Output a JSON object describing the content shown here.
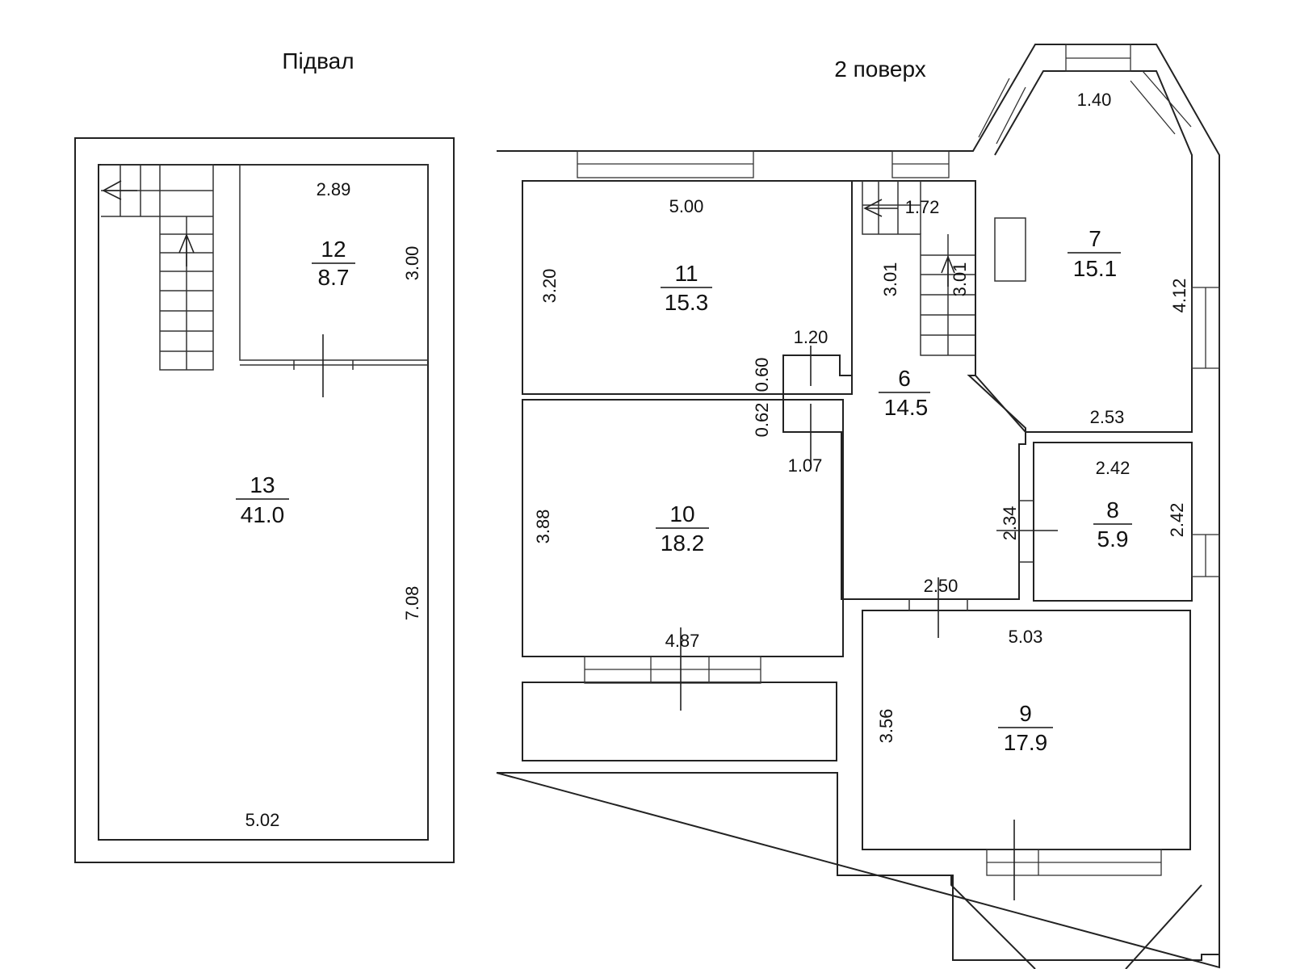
{
  "titles": {
    "basement": "Підвал",
    "floor2": "2 поверх"
  },
  "rooms": {
    "r13": {
      "number": "13",
      "area": "41.0"
    },
    "r12": {
      "number": "12",
      "area": "8.7"
    },
    "r11": {
      "number": "11",
      "area": "15.3"
    },
    "r10": {
      "number": "10",
      "area": "18.2"
    },
    "r7": {
      "number": "7",
      "area": "15.1"
    },
    "r6": {
      "number": "6",
      "area": "14.5"
    },
    "r8": {
      "number": "8",
      "area": "5.9"
    },
    "r9": {
      "number": "9",
      "area": "17.9"
    }
  },
  "dims": {
    "d289": "2.89",
    "d300": "3.00",
    "d708": "7.08",
    "d502": "5.02",
    "d500": "5.00",
    "d320": "3.20",
    "d120": "1.20",
    "d060": "0.60",
    "d062": "0.62",
    "d107": "1.07",
    "d388": "3.88",
    "d487": "4.87",
    "d172": "1.72",
    "d301a": "3.01",
    "d301b": "3.01",
    "d140": "1.40",
    "d412": "4.12",
    "d253": "2.53",
    "d242a": "2.42",
    "d242b": "2.42",
    "d234": "2.34",
    "d250": "2.50",
    "d503": "5.03",
    "d356": "3.56"
  }
}
